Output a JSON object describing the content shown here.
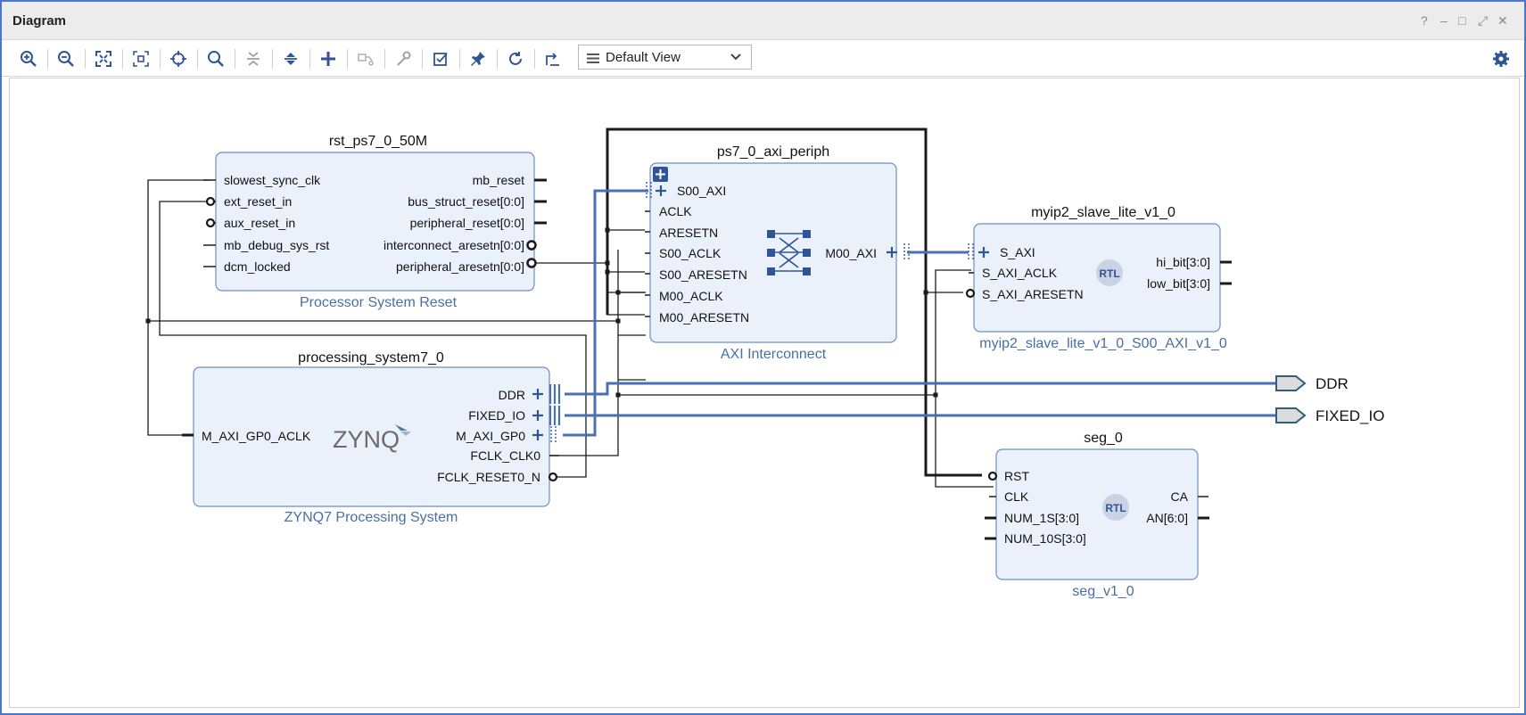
{
  "window": {
    "title": "Diagram",
    "controls": [
      "?",
      "–",
      "□",
      "⤢",
      "✕"
    ]
  },
  "toolbar": {
    "view_label": "Default View",
    "icons": [
      "zoom-in-icon",
      "zoom-out-icon",
      "fit-view-icon",
      "fit-selection-icon",
      "autoconnect-icon",
      "search-icon",
      "collapse-all-icon",
      "expand-all-icon",
      "add-ip-icon",
      "make-connection-icon",
      "customize-icon",
      "validate-icon",
      "pin-icon",
      "regenerate-icon",
      "optimize-routing-icon"
    ]
  },
  "blocks": {
    "rst": {
      "name": "rst_ps7_0_50M",
      "type": "Processor System Reset",
      "left_ports": [
        "slowest_sync_clk",
        "ext_reset_in",
        "aux_reset_in",
        "mb_debug_sys_rst",
        "dcm_locked"
      ],
      "right_ports": [
        "mb_reset",
        "bus_struct_reset[0:0]",
        "peripheral_reset[0:0]",
        "interconnect_aresetn[0:0]",
        "peripheral_aresetn[0:0]"
      ]
    },
    "axi": {
      "name": "ps7_0_axi_periph",
      "type": "AXI Interconnect",
      "left_ports": [
        "S00_AXI",
        "ACLK",
        "ARESETN",
        "S00_ACLK",
        "S00_ARESETN",
        "M00_ACLK",
        "M00_ARESETN"
      ],
      "right_ports": [
        "M00_AXI"
      ]
    },
    "myip": {
      "name": "myip2_slave_lite_v1_0",
      "type": "myip2_slave_lite_v1_0_S00_AXI_v1_0",
      "badge": "RTL",
      "left_ports": [
        "S_AXI",
        "S_AXI_ACLK",
        "S_AXI_ARESETN"
      ],
      "right_ports": [
        "hi_bit[3:0]",
        "low_bit[3:0]"
      ]
    },
    "ps7": {
      "name": "processing_system7_0",
      "type": "ZYNQ7 Processing System",
      "logo": "ZYNQ",
      "left_ports": [
        "M_AXI_GP0_ACLK"
      ],
      "right_ports": [
        "DDR",
        "FIXED_IO",
        "M_AXI_GP0",
        "FCLK_CLK0",
        "FCLK_RESET0_N"
      ]
    },
    "seg": {
      "name": "seg_0",
      "type": "seg_v1_0",
      "badge": "RTL",
      "left_ports": [
        "RST",
        "CLK",
        "NUM_1S[3:0]",
        "NUM_10S[3:0]"
      ],
      "right_ports": [
        "CA",
        "AN[6:0]"
      ]
    }
  },
  "external_ports": [
    "DDR",
    "FIXED_IO"
  ],
  "colors": {
    "border": "#4a77c9",
    "block_fill": "#eaf1fb",
    "block_stroke": "#6d8fbf",
    "bus": "#4a6fb3",
    "wire": "#1a1a1a",
    "type_label": "#4a6fa5",
    "toolbar_icon": "#2f5597"
  }
}
